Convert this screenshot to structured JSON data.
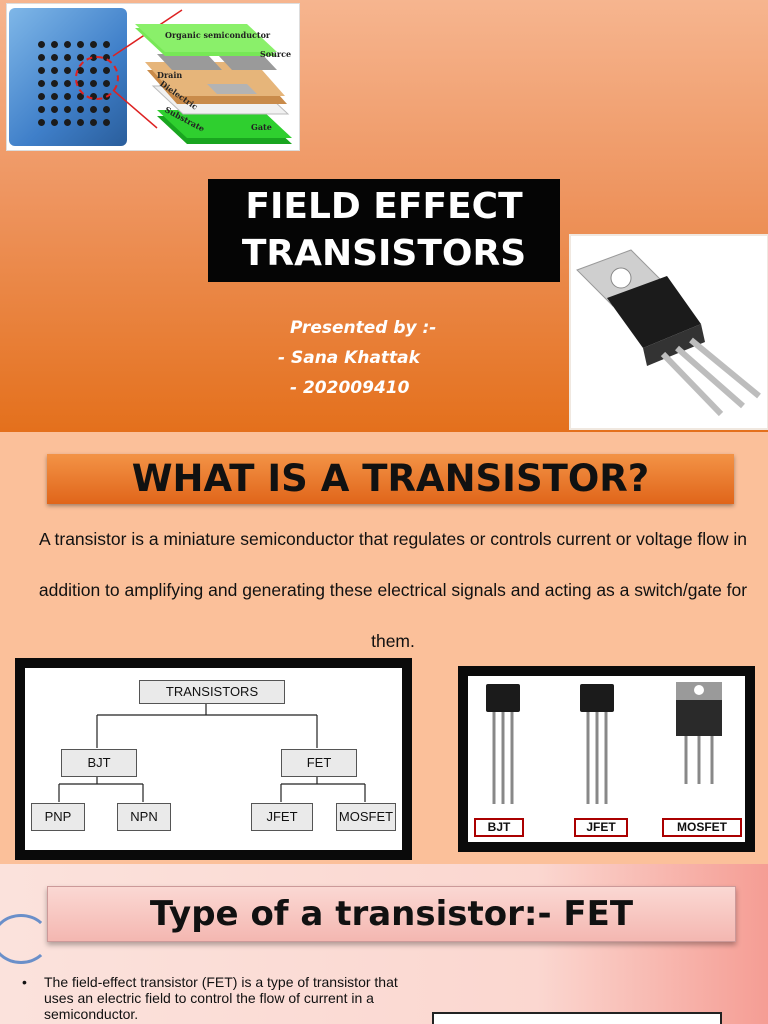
{
  "slide1": {
    "figure_labels": {
      "organic": "Organic semiconductor",
      "source": "Source",
      "drain": "Drain",
      "dielectric": "Dielectric",
      "substrate": "Substrate",
      "gate": "Gate"
    },
    "title_line1": "FIELD EFFECT",
    "title_line2": "TRANSISTORS",
    "presented_by": "Presented by :-",
    "presenter_name": "-  Sana Khattak",
    "presenter_id": "-  202009410"
  },
  "slide2": {
    "heading": "WHAT IS A TRANSISTOR?",
    "paragraph": "A transistor is a miniature semiconductor that regulates or controls current or voltage flow in addition to amplifying and generating these electrical signals and acting as a switch/gate for them.",
    "tree": {
      "root": "TRANSISTORS",
      "bjt": "BJT",
      "fet": "FET",
      "pnp": "PNP",
      "npn": "NPN",
      "jfet": "JFET",
      "mosfet": "MOSFET"
    },
    "parts": {
      "bjt": "BJT",
      "jfet": "JFET",
      "mosfet": "MOSFET"
    }
  },
  "slide3": {
    "heading": "Type of a transistor:- FET",
    "bullet_mark": "•",
    "bullet": "The field-effect transistor (FET) is a type of transistor that uses an electric field to control the flow of current in a semiconductor."
  }
}
